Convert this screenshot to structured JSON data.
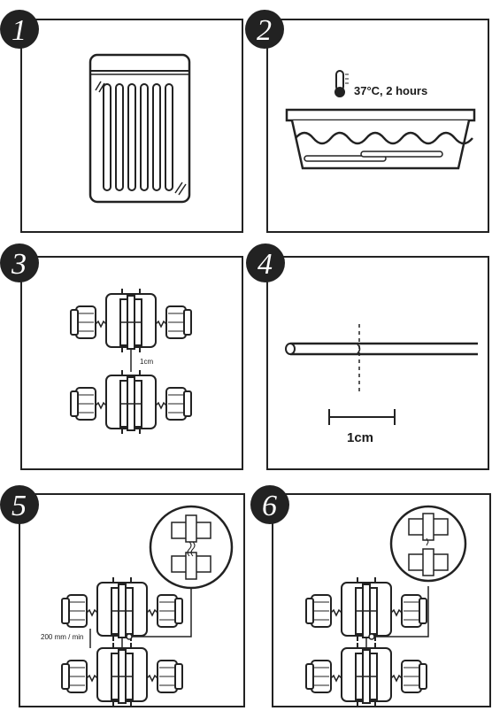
{
  "steps": [
    {
      "number": "1"
    },
    {
      "number": "2",
      "caption": "37°C, 2 hours"
    },
    {
      "number": "3",
      "gap_label": "1cm"
    },
    {
      "number": "4",
      "scale_label": "1cm"
    },
    {
      "number": "5",
      "speed_label": "200 mm / min"
    },
    {
      "number": "6"
    }
  ]
}
